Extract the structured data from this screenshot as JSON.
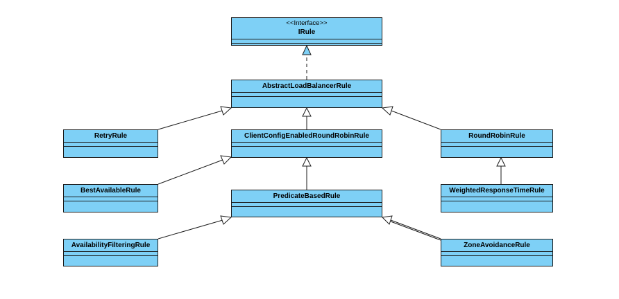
{
  "interface": {
    "stereotype": "<<Interface>>",
    "name": "IRule"
  },
  "classes": {
    "abstract_lb": "AbstractLoadBalancerRule",
    "client_config": "ClientConfigEnabledRoundRobinRule",
    "retry": "RetryRule",
    "round_robin": "RoundRobinRule",
    "best_available": "BestAvailableRule",
    "predicate_based": "PredicateBasedRule",
    "weighted_response": "WeightedResponseTimeRule",
    "availability_filtering": "AvailabilityFilteringRule",
    "zone_avoidance": "ZoneAvoidanceRule"
  },
  "colors": {
    "class_fill": "#7ed0f6",
    "line": "#1a1a1a"
  },
  "relations": [
    {
      "from": "abstract_lb",
      "to": "interface",
      "type": "realization"
    },
    {
      "from": "client_config",
      "to": "abstract_lb",
      "type": "generalization"
    },
    {
      "from": "retry",
      "to": "abstract_lb",
      "type": "generalization"
    },
    {
      "from": "round_robin",
      "to": "abstract_lb",
      "type": "generalization"
    },
    {
      "from": "best_available",
      "to": "client_config",
      "type": "generalization"
    },
    {
      "from": "predicate_based",
      "to": "client_config",
      "type": "generalization"
    },
    {
      "from": "weighted_response",
      "to": "round_robin",
      "type": "generalization"
    },
    {
      "from": "availability_filtering",
      "to": "predicate_based",
      "type": "generalization"
    },
    {
      "from": "zone_avoidance",
      "to": "predicate_based",
      "type": "generalization"
    }
  ]
}
